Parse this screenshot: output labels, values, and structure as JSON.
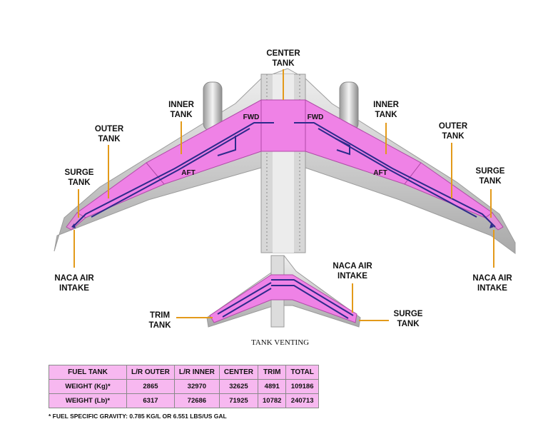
{
  "labels": {
    "center_tank": "CENTER\nTANK",
    "inner_tank_left": "INNER\nTANK",
    "inner_tank_right": "INNER\nTANK",
    "outer_tank_left": "OUTER\nTANK",
    "outer_tank_right": "OUTER\nTANK",
    "surge_tank_left": "SURGE\nTANK",
    "surge_tank_right": "SURGE\nTANK",
    "naca_left": "NACA AIR\nINTAKE",
    "naca_right": "NACA AIR\nINTAKE",
    "fwd_left": "FWD",
    "fwd_right": "FWD",
    "aft_left": "AFT",
    "aft_right": "AFT",
    "trim_tank": "TRIM\nTANK",
    "naca_tail": "NACA AIR\nINTAKE",
    "surge_tail": "SURGE\nTANK",
    "caption": "TANK VENTING"
  },
  "table": {
    "headers": [
      "FUEL TANK",
      "L/R OUTER",
      "L/R INNER",
      "CENTER",
      "TRIM",
      "TOTAL"
    ],
    "rows": [
      {
        "label": "WEIGHT (Kg)*",
        "values": [
          "2865",
          "32970",
          "32625",
          "4891",
          "109186"
        ]
      },
      {
        "label": "WEIGHT (Lb)*",
        "values": [
          "6317",
          "72686",
          "71925",
          "10782",
          "240713"
        ]
      }
    ],
    "footnote": "* FUEL SPECIFIC GRAVITY: 0.785 KG/L OR 6.551 LBS/US GAL"
  },
  "colors": {
    "tank_fill": "#ef82e6",
    "vent_line": "#2d2a8c",
    "leader_line": "#e39a1a",
    "table_fill": "#f7b8f0"
  }
}
